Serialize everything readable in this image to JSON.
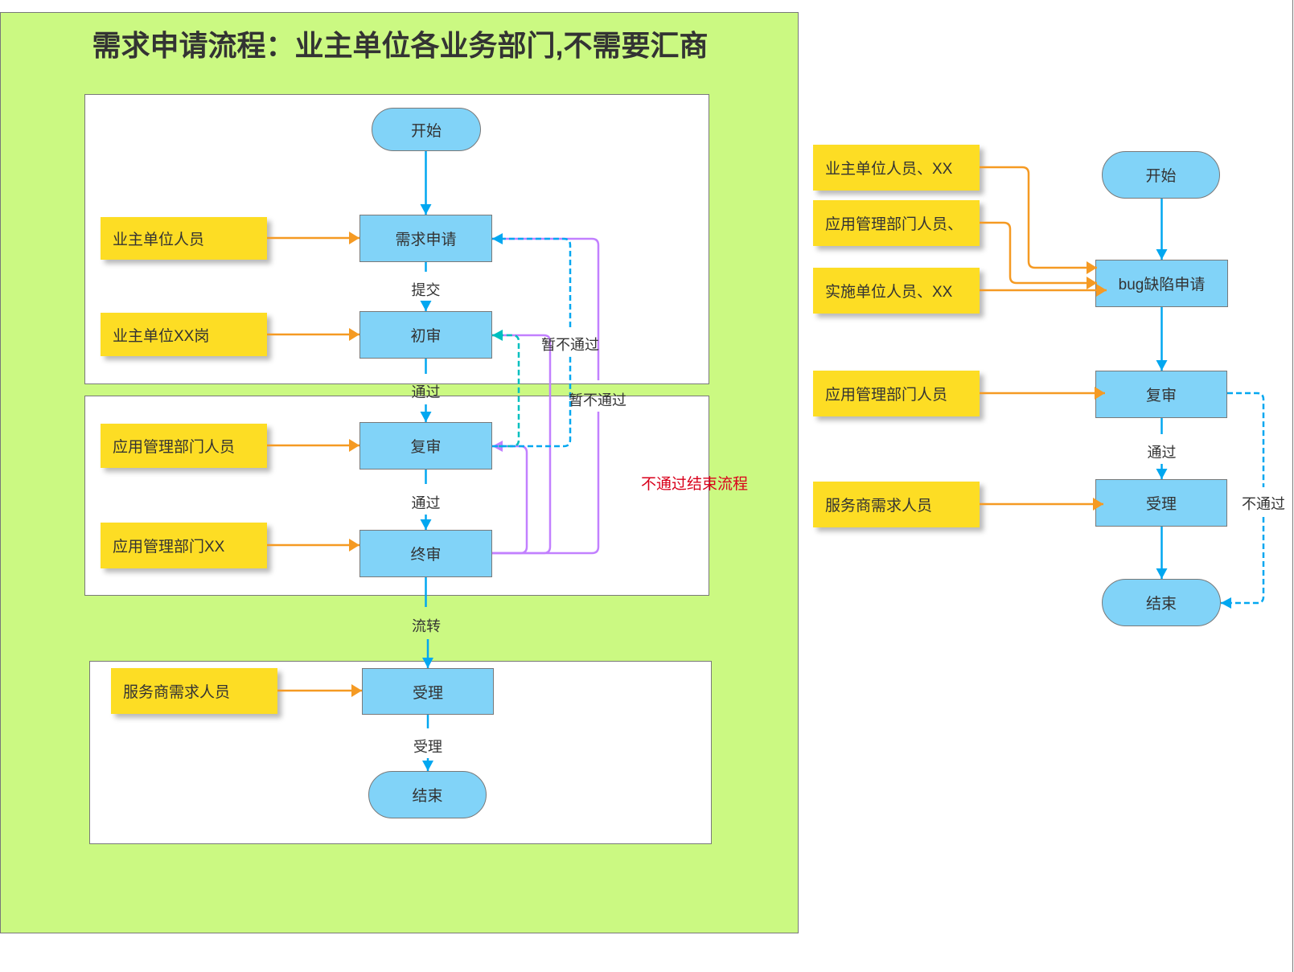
{
  "title": "需求申请流程：业主单位各业务部门,不需要汇商",
  "left_flow": {
    "nodes": {
      "start": "开始",
      "apply": "需求申请",
      "first_review": "初审",
      "second_review": "复审",
      "final_review": "终审",
      "accept": "受理",
      "end": "结束"
    },
    "roles": [
      "业主单位人员",
      "业主单位XX岗",
      "应用管理部门人员",
      "应用管理部门XX",
      "服务商需求人员"
    ],
    "edge_labels": {
      "submit": "提交",
      "pass_first": "通过",
      "pass_second": "通过",
      "transfer": "流转",
      "accept": "受理",
      "hold_back_1": "暂不通过",
      "hold_back_2": "暂不通过"
    },
    "note": "不通过结束流程"
  },
  "right_flow": {
    "nodes": {
      "start": "开始",
      "bug_apply": "bug缺陷申请",
      "review": "复审",
      "accept": "受理",
      "end": "结束"
    },
    "roles": [
      "业主单位人员、XX",
      "应用管理部门人员、",
      "实施单位人员、XX",
      "应用管理部门人员",
      "服务商需求人员"
    ],
    "edge_labels": {
      "pass": "通过",
      "reject": "不通过"
    }
  },
  "colors": {
    "swimlane": "#CBF982",
    "node": "#81D3F8",
    "role": "#FDDD24",
    "role_connector": "#F59A23",
    "flow": "#02A7F0",
    "return_solid": "#C280FF",
    "return_teal": "#00BFBF",
    "note": "#D9001B"
  }
}
